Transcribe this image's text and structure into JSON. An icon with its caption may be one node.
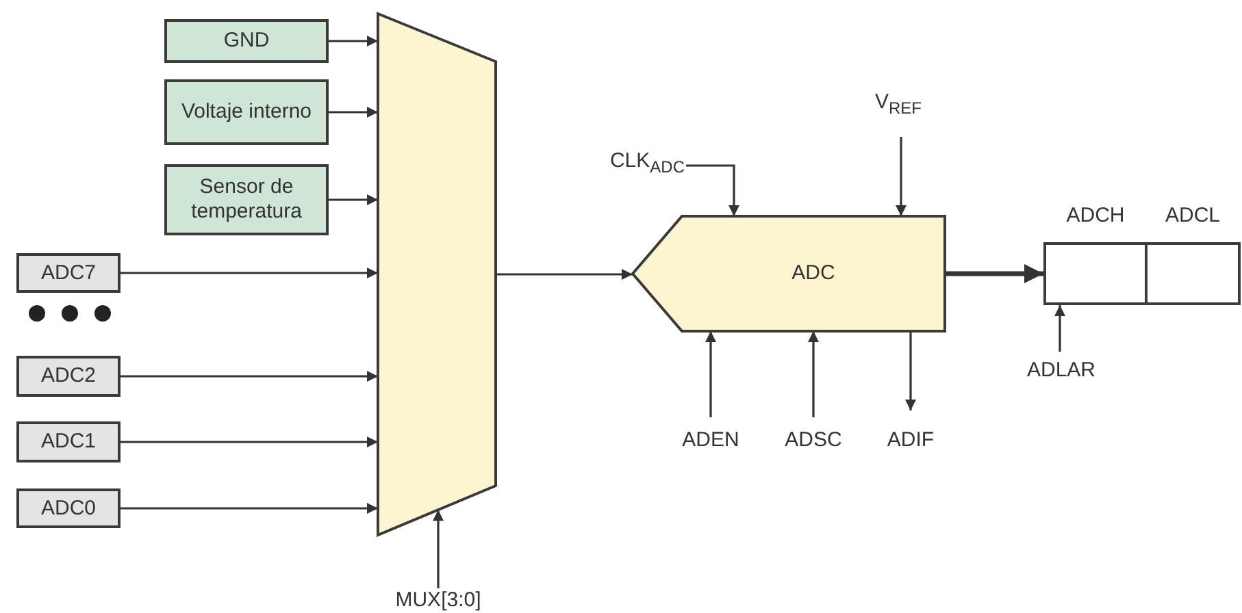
{
  "diagram": {
    "nodes": [
      {
        "text": [
          "GND"
        ]
      },
      {
        "text": [
          "Voltaje interno"
        ]
      },
      {
        "text": [
          "Sensor de temperatura"
        ]
      },
      {
        "text": [
          "ADC7"
        ]
      },
      {
        "text": [
          "ADC2"
        ]
      },
      {
        "text": [
          "ADC1"
        ]
      },
      {
        "text": [
          "ADC0"
        ]
      },
      {
        "text": [],
        "shape": "trapezoid"
      },
      {
        "text": [
          "MUX[3:0]"
        ]
      },
      {
        "text": [
          "ADC"
        ]
      },
      {
        "text": [
          "CLK$_{ADC}$"
        ]
      },
      {
        "text": [
          "V$_{REF}$"
        ]
      },
      {
        "text": [
          "ADEN"
        ]
      },
      {
        "text": [
          "ADSC"
        ]
      },
      {
        "text": [
          "ADIF"
        ]
      },
      {
        "text": [
          "ADCH"
        ]
      },
      {
        "text": [
          "ADCL"
        ]
      },
      {
        "text": [
          "ADLAR"
        ]
      }
    ],
    "edges": [
      {
        "from": 0,
        "to": 7,
        "arrow": "to"
      },
      {
        "from": 1,
        "to": 7,
        "arrow": "to"
      },
      {
        "from": 2,
        "to": 7,
        "arrow": "to"
      },
      {
        "from": 3,
        "to": 7,
        "arrow": "to"
      },
      {
        "from": 4,
        "to": 7,
        "arrow": "to"
      },
      {
        "from": 5,
        "to": 7,
        "arrow": "to"
      },
      {
        "from": 6,
        "to": 7,
        "arrow": "to"
      },
      {
        "from": 8,
        "to": 7,
        "arrow": "to"
      },
      {
        "from": 7,
        "to": 9,
        "arrow": "to"
      },
      {
        "from": 10,
        "to": 9,
        "arrow": "to"
      },
      {
        "from": 11,
        "to": 9,
        "arrow": "to"
      },
      {
        "from": 12,
        "to": 9,
        "arrow": "to"
      },
      {
        "from": 13,
        "to": 9,
        "arrow": "to"
      },
      {
        "from": 9,
        "to": 14,
        "arrow": "to"
      },
      {
        "from": 9,
        "to": 15,
        "arrow": "to",
        "style": "thick"
      },
      {
        "from": 17,
        "to": 15,
        "arrow": "to"
      }
    ]
  }
}
